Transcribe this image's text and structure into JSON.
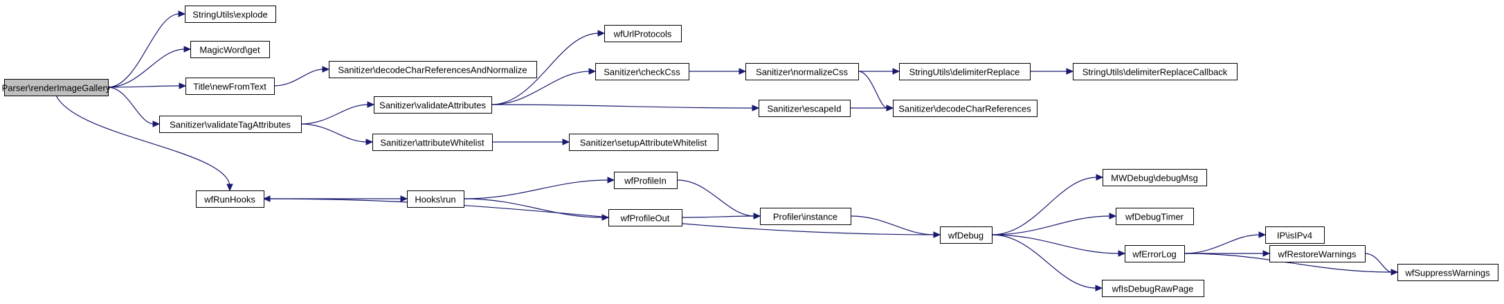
{
  "diagram": {
    "nodes": [
      {
        "id": "root",
        "label": "Parser\\renderImageGallery"
      },
      {
        "id": "explode",
        "label": "StringUtils\\explode"
      },
      {
        "id": "mwget",
        "label": "MagicWord\\get"
      },
      {
        "id": "newFromText",
        "label": "Title\\newFromText"
      },
      {
        "id": "validateTagAttributes",
        "label": "Sanitizer\\validateTagAttributes"
      },
      {
        "id": "wfRunHooks",
        "label": "wfRunHooks"
      },
      {
        "id": "decodeNormalize",
        "label": "Sanitizer\\decodeCharReferencesAndNormalize"
      },
      {
        "id": "validateAttributes",
        "label": "Sanitizer\\validateAttributes"
      },
      {
        "id": "attributeWhitelist",
        "label": "Sanitizer\\attributeWhitelist"
      },
      {
        "id": "wfUrlProtocols",
        "label": "wfUrlProtocols"
      },
      {
        "id": "checkCss",
        "label": "Sanitizer\\checkCss"
      },
      {
        "id": "escapeId",
        "label": "Sanitizer\\escapeId"
      },
      {
        "id": "setupAttributeWhitelist",
        "label": "Sanitizer\\setupAttributeWhitelist"
      },
      {
        "id": "normalizeCss",
        "label": "Sanitizer\\normalizeCss"
      },
      {
        "id": "delimiterReplace",
        "label": "StringUtils\\delimiterReplace"
      },
      {
        "id": "delimiterReplaceCallback",
        "label": "StringUtils\\delimiterReplaceCallback"
      },
      {
        "id": "decodeCharReferences",
        "label": "Sanitizer\\decodeCharReferences"
      },
      {
        "id": "hooksRun",
        "label": "Hooks\\run"
      },
      {
        "id": "wfProfileIn",
        "label": "wfProfileIn"
      },
      {
        "id": "wfProfileOut",
        "label": "wfProfileOut"
      },
      {
        "id": "profilerInstance",
        "label": "Profiler\\instance"
      },
      {
        "id": "wfDebug",
        "label": "wfDebug"
      },
      {
        "id": "debugMsg",
        "label": "MWDebug\\debugMsg"
      },
      {
        "id": "wfDebugTimer",
        "label": "wfDebugTimer"
      },
      {
        "id": "wfErrorLog",
        "label": "wfErrorLog"
      },
      {
        "id": "wfIsDebugRawPage",
        "label": "wfIsDebugRawPage"
      },
      {
        "id": "isIPv4",
        "label": "IP\\isIPv4"
      },
      {
        "id": "wfRestoreWarnings",
        "label": "wfRestoreWarnings"
      },
      {
        "id": "wfSuppressWarnings",
        "label": "wfSuppressWarnings"
      }
    ],
    "edges": [
      {
        "from": "root",
        "to": "explode"
      },
      {
        "from": "root",
        "to": "mwget"
      },
      {
        "from": "root",
        "to": "newFromText"
      },
      {
        "from": "root",
        "to": "validateTagAttributes"
      },
      {
        "from": "root",
        "to": "wfRunHooks"
      },
      {
        "from": "newFromText",
        "to": "decodeNormalize"
      },
      {
        "from": "validateTagAttributes",
        "to": "validateAttributes"
      },
      {
        "from": "validateTagAttributes",
        "to": "attributeWhitelist"
      },
      {
        "from": "validateAttributes",
        "to": "wfUrlProtocols"
      },
      {
        "from": "validateAttributes",
        "to": "checkCss"
      },
      {
        "from": "validateAttributes",
        "to": "escapeId"
      },
      {
        "from": "attributeWhitelist",
        "to": "setupAttributeWhitelist"
      },
      {
        "from": "checkCss",
        "to": "normalizeCss"
      },
      {
        "from": "normalizeCss",
        "to": "delimiterReplace"
      },
      {
        "from": "normalizeCss",
        "to": "decodeCharReferences"
      },
      {
        "from": "delimiterReplace",
        "to": "delimiterReplaceCallback"
      },
      {
        "from": "escapeId",
        "to": "decodeCharReferences"
      },
      {
        "from": "wfRunHooks",
        "to": "hooksRun"
      },
      {
        "from": "hooksRun",
        "to": "wfProfileIn"
      },
      {
        "from": "hooksRun",
        "to": "wfProfileOut"
      },
      {
        "from": "wfProfileIn",
        "to": "profilerInstance"
      },
      {
        "from": "wfProfileOut",
        "to": "profilerInstance"
      },
      {
        "from": "profilerInstance",
        "to": "wfDebug"
      },
      {
        "from": "wfDebug",
        "to": "wfRunHooks"
      },
      {
        "from": "wfDebug",
        "to": "debugMsg"
      },
      {
        "from": "wfDebug",
        "to": "wfDebugTimer"
      },
      {
        "from": "wfDebug",
        "to": "wfErrorLog"
      },
      {
        "from": "wfDebug",
        "to": "wfIsDebugRawPage"
      },
      {
        "from": "wfErrorLog",
        "to": "isIPv4"
      },
      {
        "from": "wfErrorLog",
        "to": "wfRestoreWarnings"
      },
      {
        "from": "wfErrorLog",
        "to": "wfSuppressWarnings"
      },
      {
        "from": "wfRestoreWarnings",
        "to": "wfSuppressWarnings"
      }
    ]
  },
  "colors": {
    "edge": "#191970",
    "root_fill": "#bfbfbf",
    "node_fill": "#ffffff",
    "node_border": "#000000"
  }
}
